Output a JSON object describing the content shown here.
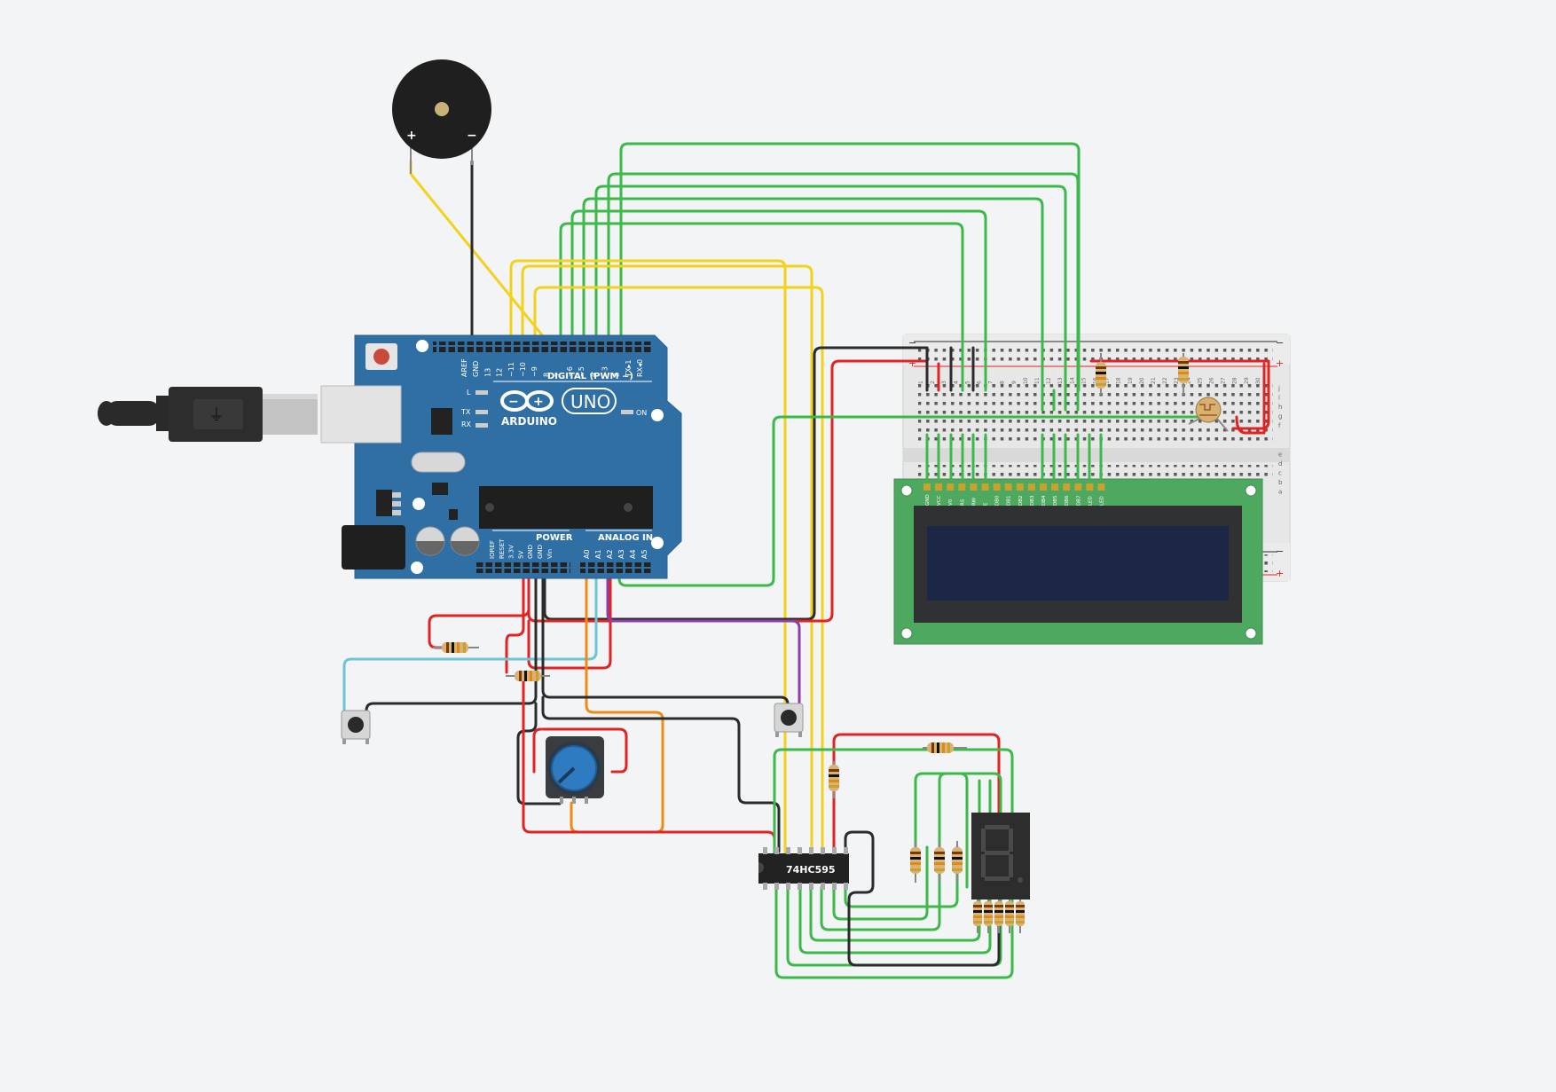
{
  "arduino": {
    "brand": "ARDUINO",
    "model": "UNO",
    "digital_label": "DIGITAL (PWM ~)",
    "power_label": "POWER",
    "analog_label": "ANALOG IN",
    "on_label": "ON",
    "led_l": "L",
    "led_tx": "TX",
    "led_rx": "RX",
    "digital_pins": [
      "AREF",
      "GND",
      "13",
      "12",
      "~11",
      "~10",
      "~9",
      "8",
      "7",
      "~6",
      "~5",
      "4",
      "~3",
      "2",
      "TX▸1",
      "RX◂0"
    ],
    "power_pins": [
      "IOREF",
      "RESET",
      "3.3V",
      "5V",
      "GND",
      "GND",
      "Vin"
    ],
    "analog_pins": [
      "A0",
      "A1",
      "A2",
      "A3",
      "A4",
      "A5"
    ]
  },
  "buzzer": {
    "plus": "+",
    "minus": "−"
  },
  "shift_register": {
    "label": "74HC595"
  },
  "lcd": {
    "pins": [
      "GND",
      "VCC",
      "V0",
      "RS",
      "RW",
      "E",
      "DB0",
      "DB1",
      "DB2",
      "DB3",
      "DB4",
      "DB5",
      "DB6",
      "DB7",
      "LED",
      "LED"
    ]
  },
  "breadboard": {
    "plus": "+",
    "minus": "−",
    "column_numbers": [
      "1",
      "2",
      "3",
      "4",
      "5",
      "6",
      "7",
      "8",
      "9",
      "10",
      "11",
      "12",
      "13",
      "14",
      "15",
      "16",
      "17",
      "18",
      "19",
      "20",
      "21",
      "22",
      "23",
      "24",
      "25",
      "26",
      "27",
      "28",
      "29",
      "30"
    ],
    "row_letters_right": [
      "j",
      "i",
      "h",
      "g",
      "f",
      "e",
      "d",
      "c",
      "b",
      "a"
    ]
  },
  "colors": {
    "wire_green": "#3cb94a",
    "wire_yellow": "#f2d21b",
    "wire_red": "#e02424",
    "wire_black": "#2b2b2b",
    "wire_orange": "#f08a12",
    "wire_purple": "#8b3fa8",
    "wire_cyan": "#6cc4d6",
    "board_blue": "#2f6fa4",
    "lcd_green": "#4fa860",
    "lcd_screen": "#1c2746"
  }
}
